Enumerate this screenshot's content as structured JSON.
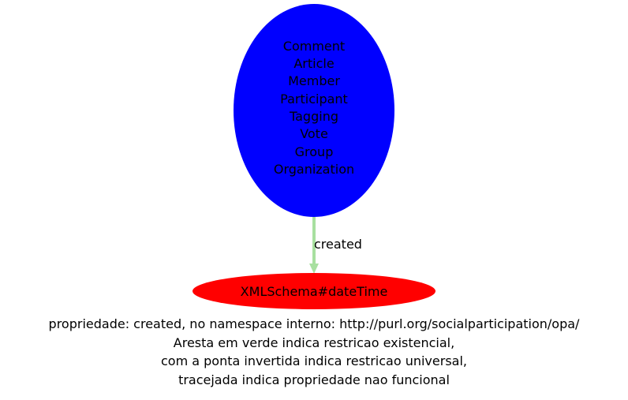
{
  "nodes": {
    "source": {
      "labels": [
        "Comment",
        "Article",
        "Member",
        "Participant",
        "Tagging",
        "Vote",
        "Group",
        "Organization"
      ],
      "fill": "#0000ff"
    },
    "target": {
      "label": "XMLSchema#dateTime",
      "fill": "#ff0000"
    }
  },
  "edge": {
    "label": "created",
    "color": "#a8e0a0"
  },
  "caption": {
    "lines": [
      "propriedade: created, no namespace interno: http://purl.org/socialparticipation/opa/",
      "Aresta em verde indica restricao existencial,",
      "com a ponta invertida indica restricao universal,",
      "tracejada indica propriedade nao funcional"
    ]
  }
}
